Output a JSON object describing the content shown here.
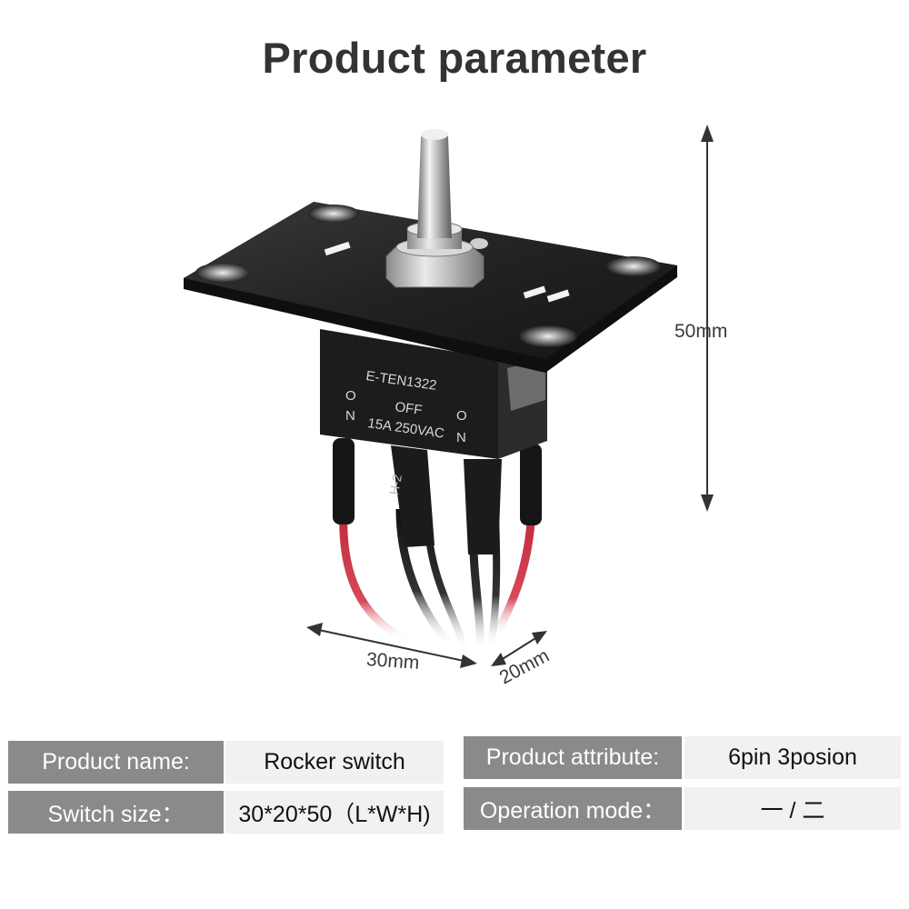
{
  "title": "Product parameter",
  "dimensions": {
    "height": "50mm",
    "length": "30mm",
    "width": "20mm"
  },
  "product_markings": {
    "model": "E-TEN1322",
    "left_on_1": "O",
    "left_on_2": "N",
    "off": "OFF",
    "rating": "15A 250VAC",
    "right_on_1": "O",
    "right_on_2": "N",
    "wire_tag": "H-2"
  },
  "specs": {
    "row1": {
      "key1": "Product name:",
      "val1": "Rocker switch",
      "key2": "Product attribute:",
      "val2": "6pin 3posion"
    },
    "row2": {
      "key1": "Switch size：",
      "val1": "30*20*50（L*W*H)",
      "key2": "Operation mode：",
      "val2": "一 / 二"
    }
  },
  "colors": {
    "key_bg": "#8a8a8a",
    "val_bg": "#f1f1f1",
    "title": "#333333"
  }
}
